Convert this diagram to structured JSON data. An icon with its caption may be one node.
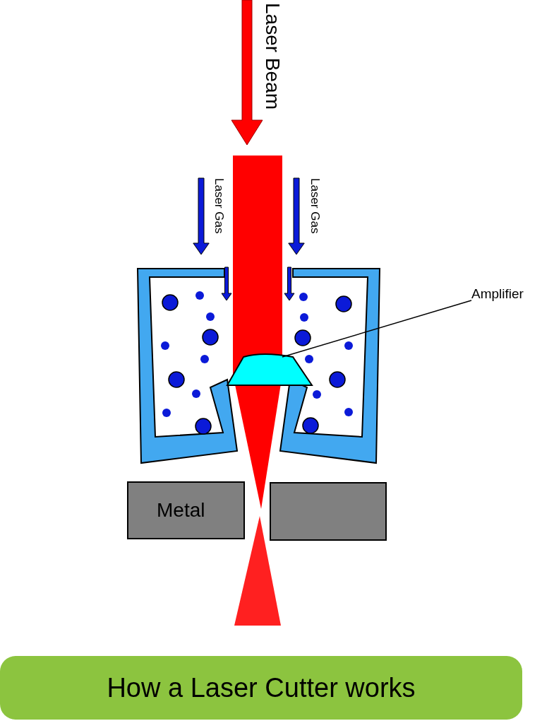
{
  "diagram": {
    "caption": "How a Laser Cutter works",
    "nodes": [
      {
        "text": [
          "Amplifier"
        ]
      },
      {
        "text": [],
        "shape": "picture"
      },
      {
        "text": [
          "Metal"
        ]
      },
      {
        "text": [],
        "shape": "box"
      }
    ],
    "edges": [
      {
        "from": 0,
        "to": 1,
        "arrow": "none"
      }
    ],
    "labels": [
      "Laser Beam",
      "Laser Gas",
      "Laser Gas"
    ]
  }
}
